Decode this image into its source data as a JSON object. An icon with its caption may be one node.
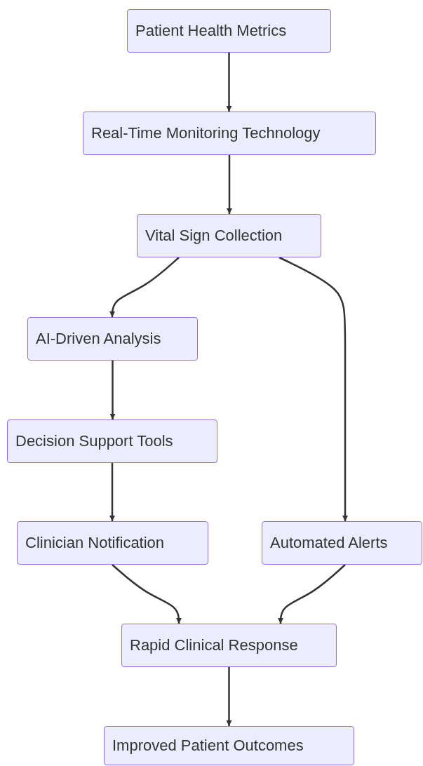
{
  "diagram": {
    "nodes": [
      {
        "text": [
          "Patient Health Metrics"
        ]
      },
      {
        "text": [
          "Real-Time Monitoring Technology"
        ]
      },
      {
        "text": [
          "Vital Sign Collection"
        ]
      },
      {
        "text": [
          "AI-Driven Analysis"
        ]
      },
      {
        "text": [
          "Decision Support Tools"
        ]
      },
      {
        "text": [
          "Clinician Notification"
        ]
      },
      {
        "text": [
          "Automated Alerts"
        ]
      },
      {
        "text": [
          "Rapid Clinical Response"
        ]
      },
      {
        "text": [
          "Improved Patient Outcomes"
        ]
      }
    ],
    "edges": [
      {
        "from": 0,
        "to": 1,
        "arrow": "to"
      },
      {
        "from": 1,
        "to": 2,
        "arrow": "to"
      },
      {
        "from": 2,
        "to": 3,
        "arrow": "to"
      },
      {
        "from": 2,
        "to": 6,
        "arrow": "to"
      },
      {
        "from": 3,
        "to": 4,
        "arrow": "to"
      },
      {
        "from": 4,
        "to": 5,
        "arrow": "to"
      },
      {
        "from": 5,
        "to": 7,
        "arrow": "to"
      },
      {
        "from": 6,
        "to": 7,
        "arrow": "to"
      },
      {
        "from": 7,
        "to": 8,
        "arrow": "to"
      }
    ]
  }
}
